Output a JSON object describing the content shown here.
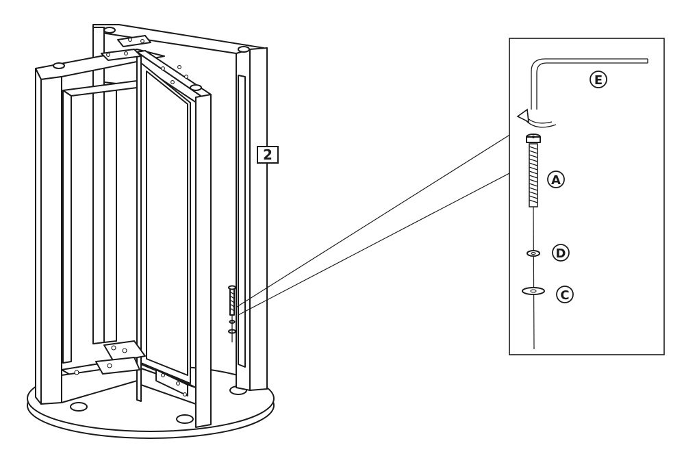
{
  "diagram": {
    "step_number": "2",
    "parts": [
      {
        "id": "E",
        "label": "E",
        "name": "hex-key"
      },
      {
        "id": "A",
        "label": "A",
        "name": "bolt"
      },
      {
        "id": "D",
        "label": "D",
        "name": "spring-washer"
      },
      {
        "id": "C",
        "label": "C",
        "name": "flat-washer"
      }
    ]
  }
}
